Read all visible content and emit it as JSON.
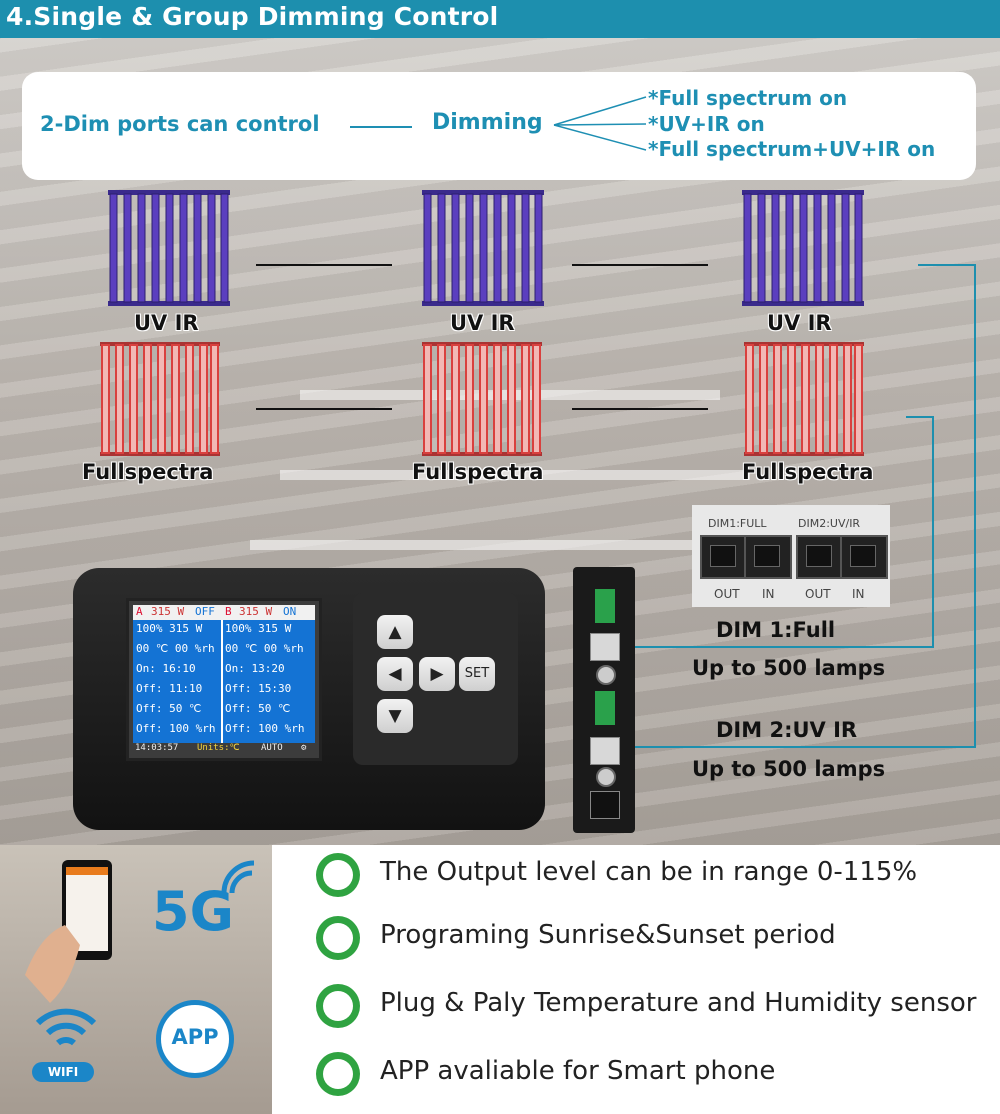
{
  "header": {
    "title": "4.Single & Group Dimming Control"
  },
  "dimming_box": {
    "left_text": "2-Dim ports can control",
    "center_text": "Dimming",
    "options": [
      "*Full spectrum on",
      "*UV+IR on",
      "*Full spectrum+UV+IR on"
    ]
  },
  "lamps": {
    "uv_ir_label": "UV IR",
    "fullspectra_label": "Fullspectra"
  },
  "dim_panel": {
    "port1": "DIM1:FULL",
    "port2": "DIM2:UV/IR",
    "out": "OUT",
    "in": "IN"
  },
  "dim_labels": {
    "dim1_title": "DIM 1:Full",
    "dim1_sub": "Up to 500 lamps",
    "dim2_title": "DIM 2:UV IR",
    "dim2_sub": "Up to 500 lamps"
  },
  "controller": {
    "screen": {
      "a_header": [
        "A",
        "315 W",
        "OFF"
      ],
      "b_header": [
        "B",
        "315 W",
        "ON"
      ],
      "a_rows": [
        "100%  315 W",
        "00 ℃  00 %rh",
        "On: 16:10",
        "Off: 11:10",
        "Off:  50 ℃",
        "Off:  100 %rh"
      ],
      "b_rows": [
        "100%  315 W",
        "00 ℃  00 %rh",
        "On: 13:20",
        "Off: 15:30",
        "Off:  50 ℃",
        "Off:  100 %rh"
      ],
      "time": "14:03:57",
      "units": "Units:℃",
      "mode": "AUTO"
    },
    "keys": {
      "up": "▲",
      "down": "▼",
      "left": "◀",
      "right": "▶",
      "set": "SET"
    }
  },
  "bottom": {
    "badge_5g": "5G",
    "badge_app": "APP",
    "badge_wifi": "WIFI",
    "features": [
      {
        "icon": "bulb-icon",
        "text": "The Output level can be in range 0-115%"
      },
      {
        "icon": "clock-icon",
        "text": "Programing Sunrise&Sunset period"
      },
      {
        "icon": "sensor-icon",
        "text": "Plug & Paly Temperature and Humidity sensor"
      },
      {
        "icon": "phone-app-icon",
        "text": "APP avaliable for Smart phone"
      }
    ]
  },
  "colors": {
    "accent": "#1d8fae",
    "feature_icon": "#2fa341",
    "uv_lamp": "#5b3fbf",
    "full_lamp": "#d9403e"
  }
}
